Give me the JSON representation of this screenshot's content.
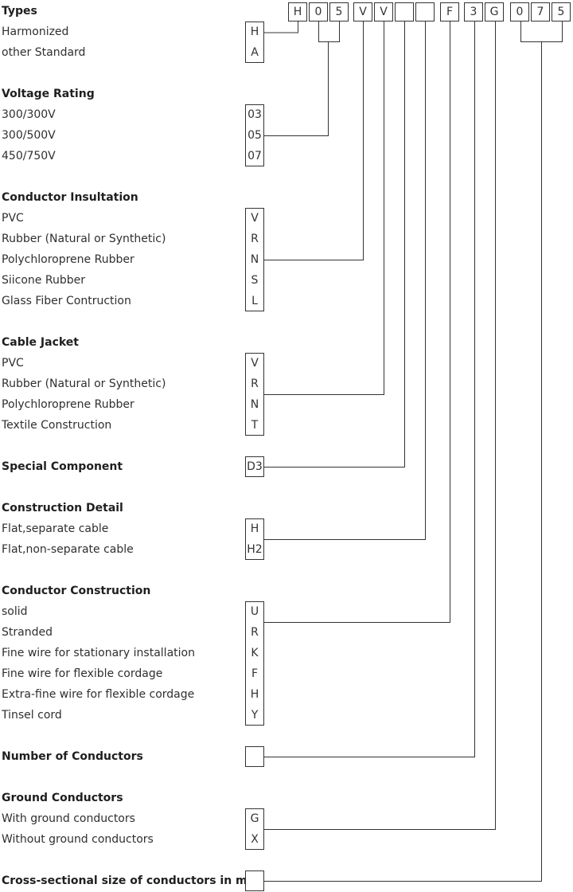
{
  "designation": {
    "cells": [
      "H",
      "0",
      "5",
      "V",
      "V",
      "",
      "",
      "F",
      "3",
      "G",
      "0",
      "7",
      "5"
    ]
  },
  "sections": [
    {
      "title": "Types",
      "items": [
        {
          "label": "Harmonized",
          "code": "H"
        },
        {
          "label": "other Standard",
          "code": "A"
        }
      ]
    },
    {
      "title": "Voltage Rating",
      "items": [
        {
          "label": "300/300V",
          "code": "03"
        },
        {
          "label": "300/500V",
          "code": "05"
        },
        {
          "label": "450/750V",
          "code": "07"
        }
      ]
    },
    {
      "title": "Conductor Insultation",
      "items": [
        {
          "label": "PVC",
          "code": "V"
        },
        {
          "label": "Rubber (Natural or Synthetic)",
          "code": "R"
        },
        {
          "label": "Polychloroprene Rubber",
          "code": "N"
        },
        {
          "label": "Siicone Rubber",
          "code": "S"
        },
        {
          "label": "Glass Fiber Contruction",
          "code": "L"
        }
      ]
    },
    {
      "title": "Cable Jacket",
      "items": [
        {
          "label": "PVC",
          "code": "V"
        },
        {
          "label": "Rubber (Natural or Synthetic)",
          "code": "R"
        },
        {
          "label": "Polychloroprene Rubber",
          "code": "N"
        },
        {
          "label": "Textile Construction",
          "code": "T"
        }
      ]
    },
    {
      "title": "Special Component",
      "items": [],
      "inline_code": "D3"
    },
    {
      "title": "Construction Detail",
      "items": [
        {
          "label": "Flat,separate cable",
          "code": "H"
        },
        {
          "label": "Flat,non-separate cable",
          "code": "H2"
        }
      ]
    },
    {
      "title": "Conductor Construction",
      "items": [
        {
          "label": "solid",
          "code": "U"
        },
        {
          "label": "Stranded",
          "code": "R"
        },
        {
          "label": "Fine wire for stationary installation",
          "code": "K"
        },
        {
          "label": "Fine wire for flexible cordage",
          "code": "F"
        },
        {
          "label": "Extra-fine wire for flexible cordage",
          "code": "H"
        },
        {
          "label": "Tinsel cord",
          "code": "Y"
        }
      ]
    },
    {
      "title": "Number of Conductors",
      "items": [],
      "inline_code": ""
    },
    {
      "title": "Ground Conductors",
      "items": [
        {
          "label": "With ground conductors",
          "code": "G"
        },
        {
          "label": "Without ground conductors",
          "code": "X"
        }
      ]
    },
    {
      "title": "Cross-sectional size of conductors in mm",
      "title_sup": "2",
      "items": [],
      "inline_code": ""
    }
  ]
}
